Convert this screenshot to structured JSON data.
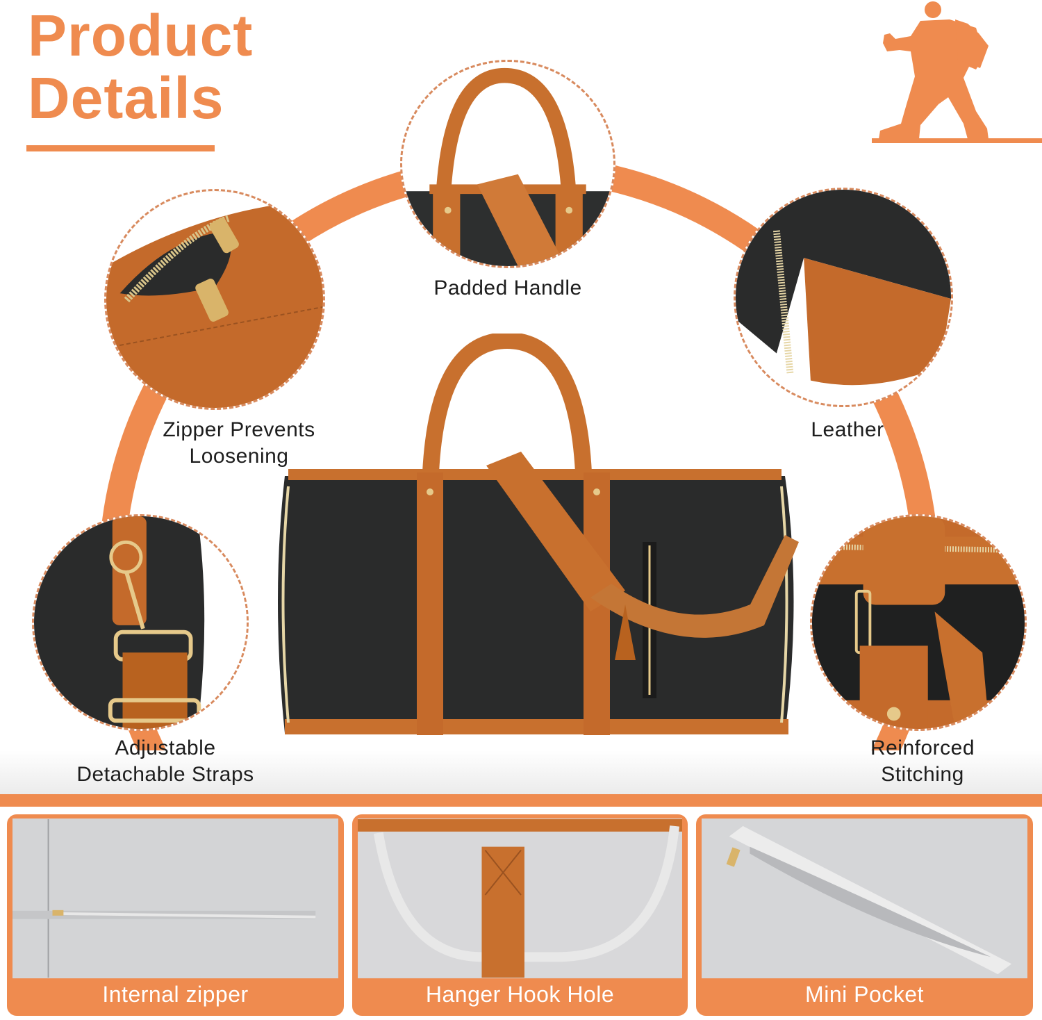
{
  "header": {
    "title_line1": "Product",
    "title_line2": "Details"
  },
  "brand": {
    "logo_icon": "walking-traveler-silhouette-icon",
    "accent_color": "#EF8B4F"
  },
  "details": [
    {
      "id": "padded-handle",
      "label": "Padded Handle",
      "icon": "handle-closeup-icon"
    },
    {
      "id": "zipper",
      "label_line1": "Zipper Prevents",
      "label_line2": "Loosening",
      "icon": "zipper-closeup-icon"
    },
    {
      "id": "leather",
      "label": "Leather",
      "icon": "leather-closeup-icon"
    },
    {
      "id": "straps",
      "label_line1": "Adjustable",
      "label_line2": "Detachable Straps",
      "icon": "strap-buckle-closeup-icon"
    },
    {
      "id": "stitching",
      "label_line1": "Reinforced",
      "label_line2": "Stitching",
      "icon": "stitching-closeup-icon"
    }
  ],
  "main_product": {
    "icon": "duffel-bag-icon",
    "colors": {
      "body": "#2a2b2b",
      "trim": "#C46A2B",
      "hardware": "#D9B46A"
    }
  },
  "panels": [
    {
      "id": "internal-zipper",
      "label": "Internal zipper"
    },
    {
      "id": "hanger-hook-hole",
      "label": "Hanger Hook Hole"
    },
    {
      "id": "mini-pocket",
      "label": "Mini Pocket"
    }
  ]
}
